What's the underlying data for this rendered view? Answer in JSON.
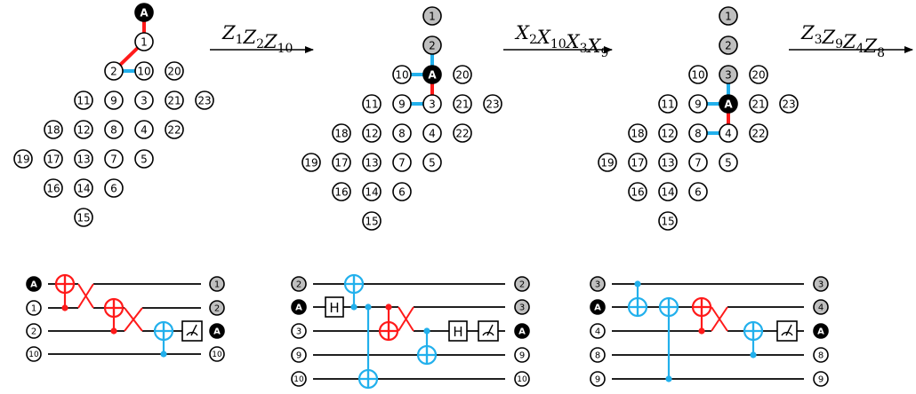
{
  "colors": {
    "red": "#ff1a1a",
    "blue": "#22b0ec",
    "black": "#000000",
    "grey": "#bfbfbf",
    "white": "#ffffff"
  },
  "arrows": [
    {
      "base": [
        "Z",
        "Z",
        "Z"
      ],
      "subs": [
        "1",
        "2",
        "10"
      ]
    },
    {
      "base": [
        "X",
        "X",
        "X",
        "X"
      ],
      "subs": [
        "2",
        "10",
        "3",
        "9"
      ]
    },
    {
      "base": [
        "Z",
        "Z",
        "Z",
        "Z"
      ],
      "subs": [
        "3",
        "9",
        "4",
        "8"
      ]
    }
  ],
  "lattices": [
    {
      "nodes": [
        {
          "label": "A",
          "fill": "black"
        },
        {
          "label": "1",
          "fill": "white"
        },
        {
          "label": "2",
          "fill": "white"
        },
        {
          "label": "10",
          "fill": "white"
        },
        {
          "label": "20",
          "fill": "white"
        },
        {
          "label": "11",
          "fill": "white"
        },
        {
          "label": "9",
          "fill": "white"
        },
        {
          "label": "3",
          "fill": "white"
        },
        {
          "label": "21",
          "fill": "white"
        },
        {
          "label": "23",
          "fill": "white"
        },
        {
          "label": "18",
          "fill": "white"
        },
        {
          "label": "12",
          "fill": "white"
        },
        {
          "label": "8",
          "fill": "white"
        },
        {
          "label": "4",
          "fill": "white"
        },
        {
          "label": "22",
          "fill": "white"
        },
        {
          "label": "19",
          "fill": "white"
        },
        {
          "label": "17",
          "fill": "white"
        },
        {
          "label": "13",
          "fill": "white"
        },
        {
          "label": "7",
          "fill": "white"
        },
        {
          "label": "5",
          "fill": "white"
        },
        {
          "label": "16",
          "fill": "white"
        },
        {
          "label": "14",
          "fill": "white"
        },
        {
          "label": "6",
          "fill": "white"
        },
        {
          "label": "15",
          "fill": "white"
        }
      ]
    },
    {
      "nodes": [
        {
          "label": "1",
          "fill": "grey"
        },
        {
          "label": "2",
          "fill": "grey"
        },
        {
          "label": "10",
          "fill": "white"
        },
        {
          "label": "A",
          "fill": "black"
        },
        {
          "label": "20",
          "fill": "white"
        },
        {
          "label": "11",
          "fill": "white"
        },
        {
          "label": "9",
          "fill": "white"
        },
        {
          "label": "3",
          "fill": "white"
        },
        {
          "label": "21",
          "fill": "white"
        },
        {
          "label": "23",
          "fill": "white"
        },
        {
          "label": "18",
          "fill": "white"
        },
        {
          "label": "12",
          "fill": "white"
        },
        {
          "label": "8",
          "fill": "white"
        },
        {
          "label": "4",
          "fill": "white"
        },
        {
          "label": "22",
          "fill": "white"
        },
        {
          "label": "19",
          "fill": "white"
        },
        {
          "label": "17",
          "fill": "white"
        },
        {
          "label": "13",
          "fill": "white"
        },
        {
          "label": "7",
          "fill": "white"
        },
        {
          "label": "5",
          "fill": "white"
        },
        {
          "label": "16",
          "fill": "white"
        },
        {
          "label": "14",
          "fill": "white"
        },
        {
          "label": "6",
          "fill": "white"
        },
        {
          "label": "15",
          "fill": "white"
        }
      ]
    },
    {
      "nodes": [
        {
          "label": "1",
          "fill": "grey"
        },
        {
          "label": "2",
          "fill": "grey"
        },
        {
          "label": "10",
          "fill": "white"
        },
        {
          "label": "3",
          "fill": "grey"
        },
        {
          "label": "20",
          "fill": "white"
        },
        {
          "label": "11",
          "fill": "white"
        },
        {
          "label": "9",
          "fill": "white"
        },
        {
          "label": "A",
          "fill": "black"
        },
        {
          "label": "21",
          "fill": "white"
        },
        {
          "label": "23",
          "fill": "white"
        },
        {
          "label": "18",
          "fill": "white"
        },
        {
          "label": "12",
          "fill": "white"
        },
        {
          "label": "8",
          "fill": "white"
        },
        {
          "label": "4",
          "fill": "white"
        },
        {
          "label": "22",
          "fill": "white"
        },
        {
          "label": "19",
          "fill": "white"
        },
        {
          "label": "17",
          "fill": "white"
        },
        {
          "label": "13",
          "fill": "white"
        },
        {
          "label": "7",
          "fill": "white"
        },
        {
          "label": "5",
          "fill": "white"
        },
        {
          "label": "16",
          "fill": "white"
        },
        {
          "label": "14",
          "fill": "white"
        },
        {
          "label": "6",
          "fill": "white"
        },
        {
          "label": "15",
          "fill": "white"
        }
      ]
    }
  ],
  "circuits": [
    {
      "left": [
        {
          "label": "A",
          "fill": "black"
        },
        {
          "label": "1",
          "fill": "white"
        },
        {
          "label": "2",
          "fill": "white"
        },
        {
          "label": "10",
          "fill": "white"
        }
      ],
      "right": [
        {
          "label": "1",
          "fill": "grey"
        },
        {
          "label": "2",
          "fill": "grey"
        },
        {
          "label": "A",
          "fill": "black"
        },
        {
          "label": "10",
          "fill": "white"
        }
      ],
      "gate_labels": {}
    },
    {
      "left": [
        {
          "label": "2",
          "fill": "grey"
        },
        {
          "label": "A",
          "fill": "black"
        },
        {
          "label": "3",
          "fill": "white"
        },
        {
          "label": "9",
          "fill": "white"
        },
        {
          "label": "10",
          "fill": "white"
        }
      ],
      "right": [
        {
          "label": "2",
          "fill": "grey"
        },
        {
          "label": "3",
          "fill": "grey"
        },
        {
          "label": "A",
          "fill": "black"
        },
        {
          "label": "9",
          "fill": "white"
        },
        {
          "label": "10",
          "fill": "white"
        }
      ],
      "gate_labels": {
        "h1": "H",
        "h2": "H"
      }
    },
    {
      "left": [
        {
          "label": "3",
          "fill": "grey"
        },
        {
          "label": "A",
          "fill": "black"
        },
        {
          "label": "4",
          "fill": "white"
        },
        {
          "label": "8",
          "fill": "white"
        },
        {
          "label": "9",
          "fill": "white"
        }
      ],
      "right": [
        {
          "label": "3",
          "fill": "grey"
        },
        {
          "label": "4",
          "fill": "grey"
        },
        {
          "label": "A",
          "fill": "black"
        },
        {
          "label": "8",
          "fill": "white"
        },
        {
          "label": "9",
          "fill": "white"
        }
      ],
      "gate_labels": {}
    }
  ]
}
